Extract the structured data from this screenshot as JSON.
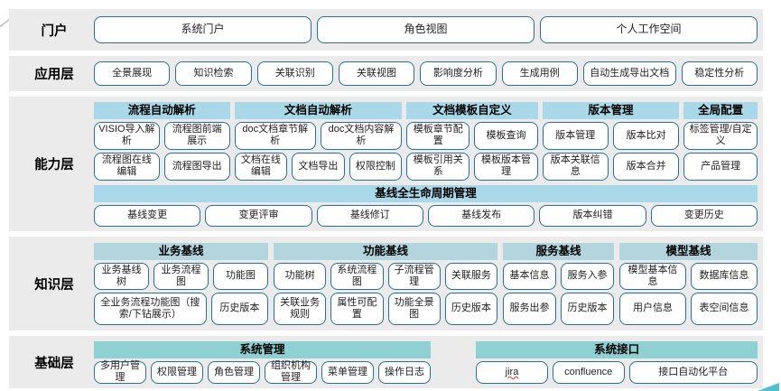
{
  "colors": {
    "row_background": "#ebebeb",
    "button_border": "#2b7094",
    "header_light_blue": "#a9d8e8",
    "header_knowledge_blue": "#b3d6de",
    "header_teal": "#8fd0d2",
    "bottom_line": "#b9e0ea",
    "arrow": "#53c1cb",
    "misspell_underline": "#e04b3f"
  },
  "portal": {
    "label": "门户",
    "buttons": [
      "系统门户",
      "角色视图",
      "个人工作空间"
    ]
  },
  "application": {
    "label": "应用层",
    "buttons": [
      "全景展现",
      "知识检索",
      "关联识别",
      "关联视图",
      "影响度分析",
      "生成用例",
      "自动生成导出文档",
      "稳定性分析"
    ]
  },
  "capability": {
    "label": "能力层",
    "groups": [
      {
        "title": "流程自动解析",
        "rows": [
          [
            "VISIO导入解析",
            "流程图前端展示"
          ],
          [
            "流程图在线编辑",
            "流程图导出"
          ]
        ]
      },
      {
        "title": "文档自动解析",
        "rows": [
          [
            "doc文档章节解析",
            "doc文档内容解析"
          ],
          [
            "文档在线编辑",
            "文档导出",
            "权限控制"
          ]
        ]
      },
      {
        "title": "文档模板自定义",
        "rows": [
          [
            "模板章节配置",
            "模板查询"
          ],
          [
            "模板引用关系",
            "模板版本管理"
          ]
        ]
      },
      {
        "title": "版本管理",
        "rows": [
          [
            "版本管理",
            "版本比对"
          ],
          [
            "版本关联信息",
            "版本合并"
          ]
        ]
      },
      {
        "title": "全局配置",
        "rows": [
          [
            "标签管理/自定义"
          ],
          [
            "产品管理"
          ]
        ]
      }
    ],
    "baseline": {
      "title": "基线全生命周期管理",
      "buttons": [
        "基线变更",
        "变更评审",
        "基线修订",
        "基线发布",
        "版本纠错",
        "变更历史"
      ]
    }
  },
  "knowledge": {
    "label": "知识层",
    "groups": [
      {
        "title": "业务基线",
        "rows": [
          [
            "业务基线树",
            "业务流程图",
            "功能图"
          ],
          [
            "全业务流程功能图（搜索/下钻展示）",
            "历史版本"
          ]
        ]
      },
      {
        "title": "功能基线",
        "rows": [
          [
            "功能树",
            "系统流程图",
            "子流程管理",
            "关联服务"
          ],
          [
            "关联业务规则",
            "属性可配置",
            "功能全景图",
            "历史版本"
          ]
        ]
      },
      {
        "title": "服务基线",
        "rows": [
          [
            "基本信息",
            "服务入参"
          ],
          [
            "服务出参",
            "历史版本"
          ]
        ]
      },
      {
        "title": "模型基线",
        "rows": [
          [
            "模型基本信息",
            "数据库信息"
          ],
          [
            "用户信息",
            "表空间信息"
          ]
        ]
      }
    ]
  },
  "foundation": {
    "label": "基础层",
    "groups": [
      {
        "title": "系统管理",
        "buttons": [
          "多用户管理",
          "权限管理",
          "角色管理",
          "组织机构管理",
          "菜单管理",
          "操作日志"
        ]
      },
      {
        "title": "系统接口",
        "buttons": [
          "jira",
          "confluence",
          "接口自动化平台"
        ]
      }
    ]
  }
}
